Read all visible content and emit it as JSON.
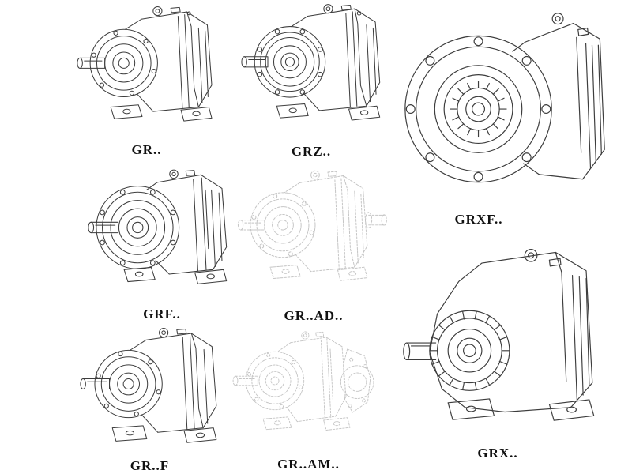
{
  "figures": {
    "gr": {
      "label": "GR.."
    },
    "grz": {
      "label": "GRZ.."
    },
    "grxf": {
      "label": "GRXF.."
    },
    "grf": {
      "label": "GRF.."
    },
    "gr_ad": {
      "label": "GR..AD.."
    },
    "grx": {
      "label": "GRX.."
    },
    "gr_f": {
      "label": "GR..F"
    },
    "gr_am": {
      "label": "GR..AM.."
    }
  },
  "colors": {
    "line": "#3d3d3d",
    "phantom": "#c4c4c4",
    "background": "#ffffff",
    "label": "#111111"
  }
}
